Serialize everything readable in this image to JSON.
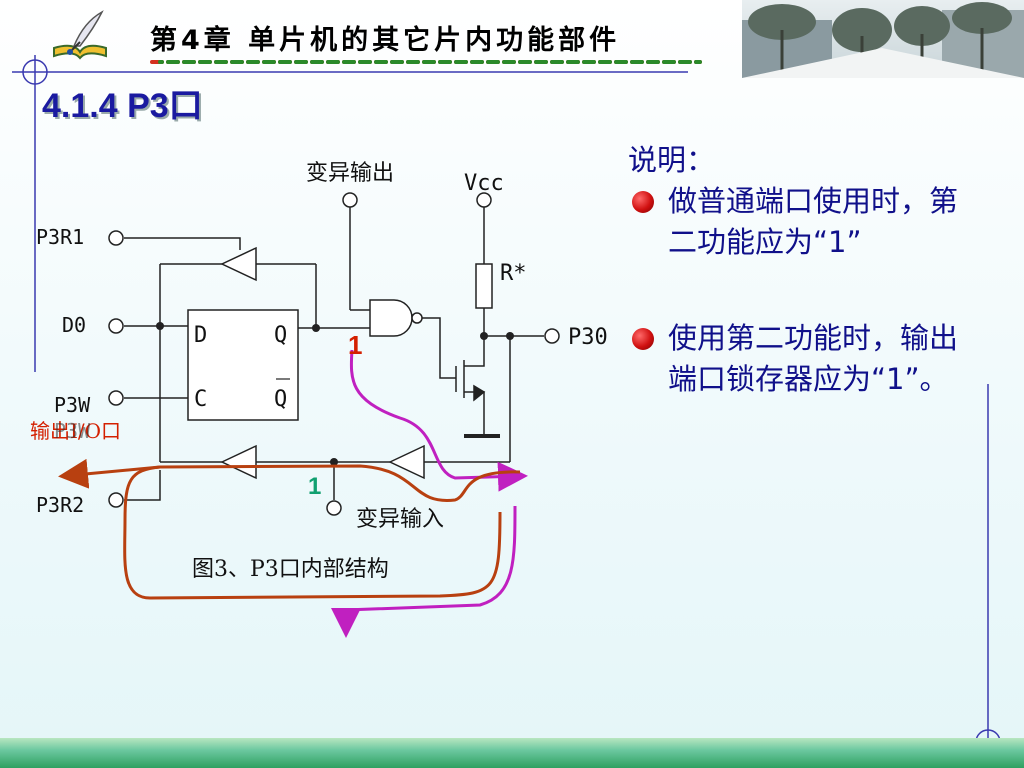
{
  "header": {
    "title": "第4章  单片机的其它片内功能部件",
    "section_title": "4.1.4 P3口"
  },
  "diagram": {
    "labels": {
      "alt_output": "变异输出",
      "vcc": "Vcc",
      "p3r1": "P3R1",
      "d0": "D0",
      "p3w": "P3W",
      "p3r2": "P3R2",
      "resistor": "R*",
      "p30": "P30",
      "latch_d": "D",
      "latch_q": "Q",
      "latch_c": "C",
      "latch_qbar": "Q",
      "alt_input": "变异输入",
      "caption": "图3、P3口内部结构",
      "overlay_io": "输出I/O口",
      "overlay_p3w": "P3W",
      "mark_1_top": "1",
      "mark_1_bottom": "1"
    }
  },
  "notes": {
    "heading": "说明：",
    "bullets": [
      "做普通端口使用时，第二功能应为“1”",
      "使用第二功能时，输出端口锁存器应为“1”。"
    ]
  },
  "colors": {
    "title_blue": "#1a1aa0",
    "text_blue": "#10108a",
    "path_magenta": "#c020c0",
    "path_brown": "#b84010",
    "mark_red": "#d42000",
    "mark_green": "#10a070",
    "divider_blue": "#3a3ab0"
  }
}
